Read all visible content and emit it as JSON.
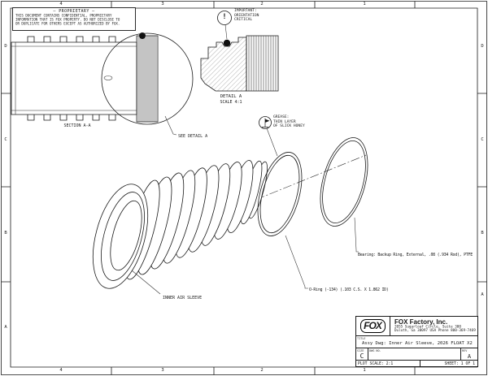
{
  "sheet": {
    "zones": {
      "columns": [
        "4",
        "3",
        "2",
        "1"
      ],
      "rows": [
        "D",
        "C",
        "B",
        "A"
      ]
    },
    "proprietary": {
      "title": "— PROPRIETARY —",
      "body": "THIS DOCUMENT CONTAINS CONFIDENTIAL, PROPRIETARY\nINFORMATION THAT IS FOX PROPERTY. DO NOT DISCLOSE TO\nOR DUPLICATE FOR OTHERS EXCEPT AS AUTHORIZED BY FOX."
    },
    "views": {
      "section_label": "SECTION A-A",
      "see_detail_label": "SEE DETAIL A",
      "detail_label": "DETAIL A",
      "detail_scale": "SCALE 4:1"
    },
    "notes": {
      "orientation_symbol": "!",
      "orientation": "IMPORTANT:\nORIENTATION\nCRITICAL",
      "grease": "GREASE:\nTHIN LAYER\nOF SLICK HONEY"
    },
    "callouts": {
      "inner_air_sleeve": "INNER AIR SLEEVE",
      "bearing": "Bearing: Backup Ring, External, .08 (.934 Rod), PTFE",
      "oring": "O-Ring (-134) (.103 C.S. X 1.862 ID)"
    },
    "title_block": {
      "logo": "FOX",
      "company": "FOX Factory, Inc.",
      "address1": "2055 Sugarloaf Circle, Suite 300",
      "address2": "Duluth, Ga 30097 USA Phone 800-369-7469",
      "title_label": "TITLE",
      "title": "Assy Dwg: Inner Air Sleeve, 2026 FLOAT X2",
      "size_label": "SIZE",
      "size": "C",
      "dwg_no_label": "DWG NO.",
      "dwg_no": "",
      "rev_label": "REV",
      "rev": "A",
      "plot_scale": "PLOT SCALE: 2:1",
      "sheet": "SHEET: 1 OF 1"
    },
    "colors": {
      "line": "#1a1a1a",
      "background": "#ffffff"
    }
  }
}
